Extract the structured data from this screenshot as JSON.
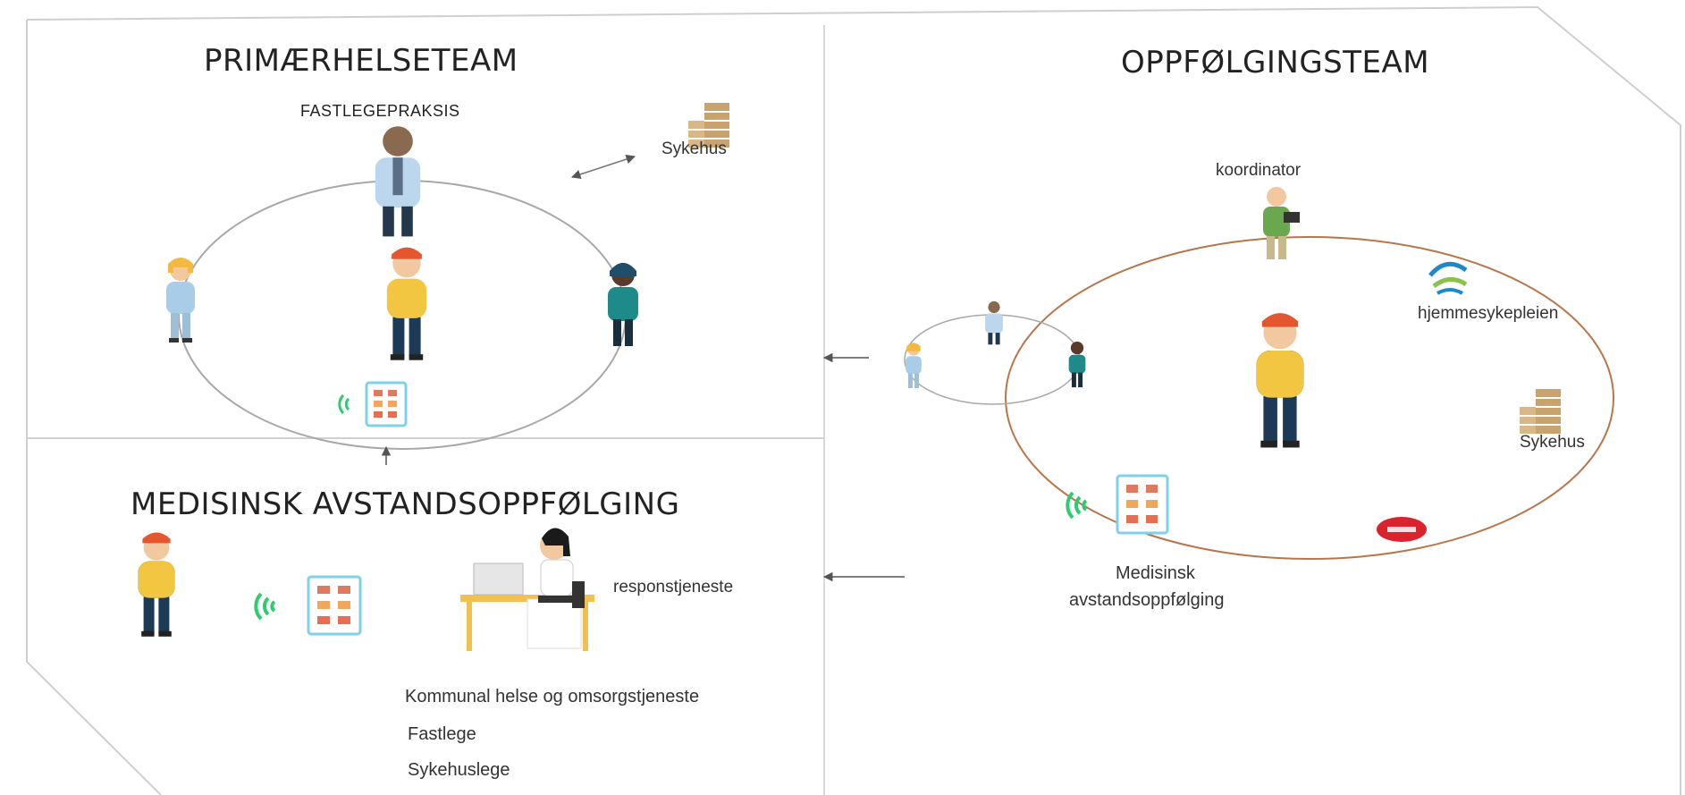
{
  "left_top": {
    "title": "PRIMÆRHELSETEAM",
    "practice_label": "FASTLEGEPRAKSIS",
    "hospital_label": "Sykehus"
  },
  "left_bottom": {
    "title": "MEDISINSK AVSTANDSOPPFØLGING",
    "response_label": "responstjeneste",
    "providers": [
      "Kommunal helse og omsorgstjeneste",
      "Fastlege",
      "Sykehuslege"
    ]
  },
  "right": {
    "title": "OPPFØLGINGSTEAM",
    "coordinator_label": "koordinator",
    "homecare_label": "hjemmesykepleien",
    "hospital_label": "Sykehus",
    "remote_label_line1": "Medisinsk",
    "remote_label_line2": "avstandsoppfølging"
  },
  "colors": {
    "border": "#cfcfcf",
    "left_circle": "#a8a8a8",
    "right_circle": "#b8764a",
    "signal": "#2ecc71",
    "tablet": "#7fd0ea",
    "badge": "#d9232d",
    "building": "#c9a36e"
  }
}
